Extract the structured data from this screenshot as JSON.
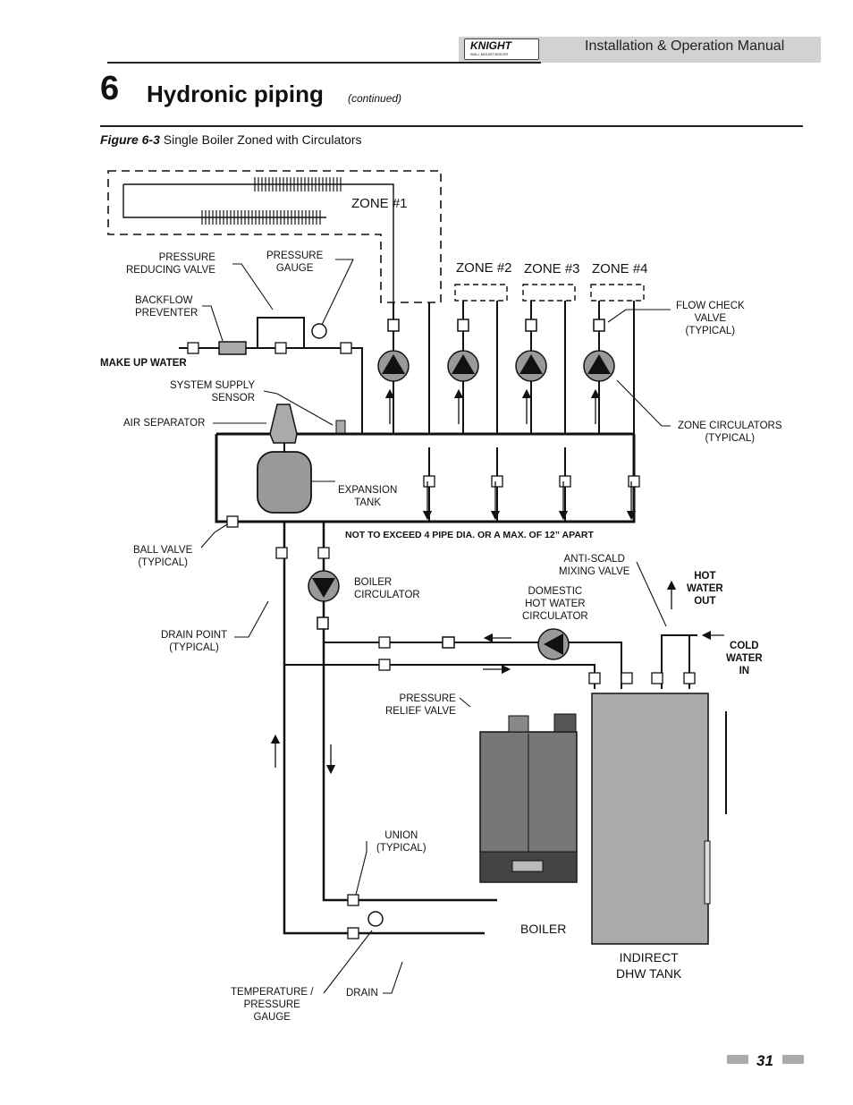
{
  "header": {
    "manual_title": "Installation & Operation Manual",
    "logo_text": "KNIGHT",
    "logo_subtext": "WALL MOUNT BOILER"
  },
  "chapter": {
    "number": "6",
    "title": "Hydronic piping",
    "continued": "(continued)"
  },
  "figure": {
    "label": "Figure 6-3",
    "caption": "Single Boiler Zoned with Circulators"
  },
  "diagram": {
    "zones": [
      "ZONE #1",
      "ZONE #2",
      "ZONE #3",
      "ZONE #4"
    ],
    "labels": {
      "pressure_reducing_valve": "PRESSURE\nREDUCING VALVE",
      "pressure_gauge": "PRESSURE\nGAUGE",
      "backflow_preventer": "BACKFLOW\nPREVENTER",
      "make_up_water": "MAKE UP WATER",
      "system_supply_sensor": "SYSTEM SUPPLY\nSENSOR",
      "air_separator": "AIR SEPARATOR",
      "expansion_tank": "EXPANSION\nTANK",
      "ball_valve": "BALL VALVE\n(TYPICAL)",
      "pipe_spacing": "NOT TO EXCEED 4 PIPE DIA. OR A MAX. OF 12” APART",
      "boiler_circulator": "BOILER\nCIRCULATOR",
      "drain_point": "DRAIN POINT\n(TYPICAL)",
      "flow_check_valve": "FLOW CHECK\nVALVE\n(TYPICAL)",
      "zone_circulators": "ZONE CIRCULATORS\n(TYPICAL)",
      "anti_scald_valve": "ANTI-SCALD\nMIXING VALVE",
      "hot_water_out": "HOT\nWATER\nOUT",
      "domestic_hw_circulator": "DOMESTIC\nHOT WATER\nCIRCULATOR",
      "cold_water_in": "COLD\nWATER\nIN",
      "pressure_relief_valve": "PRESSURE\nRELIEF VALVE",
      "union": "UNION\n(TYPICAL)",
      "boiler": "BOILER",
      "indirect_tank": "INDIRECT\nDHW TANK",
      "temp_pressure_gauge": "TEMPERATURE /\nPRESSURE\nGAUGE",
      "drain": "DRAIN"
    }
  },
  "footer": {
    "page_number": "31"
  }
}
